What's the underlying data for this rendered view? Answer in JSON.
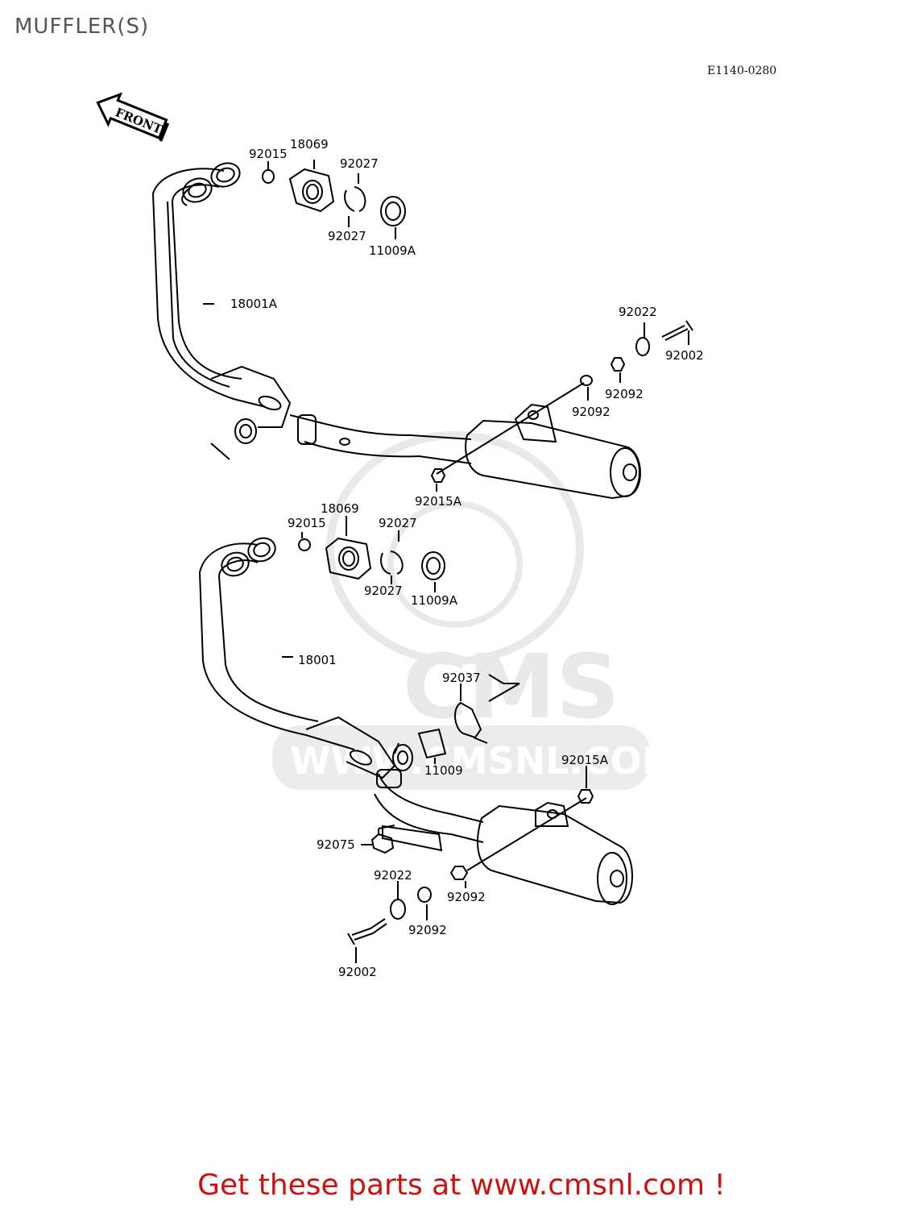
{
  "title": "MUFFLER(S)",
  "diagram_code": "E1140-0280",
  "front_arrow_text": "FRONT",
  "watermark": {
    "brand": "CMS",
    "url": "WWW.CMSNL.COM"
  },
  "footer": "Get these parts at www.cmsnl.com !",
  "labels": {
    "a1": "92015",
    "a2": "18069",
    "a3": "92027",
    "a4": "92027",
    "a5": "11009A",
    "a6": "18001A",
    "a7": "92022",
    "a8": "92002",
    "a9": "92092",
    "a10": "92092",
    "a11": "92015A",
    "b1": "18069",
    "b2": "92015",
    "b3": "92027",
    "b4": "92027",
    "b5": "11009A",
    "b6": "18001",
    "b7": "92037",
    "b8": "11009",
    "b9": "92015A",
    "b10": "92075",
    "b11": "92022",
    "b12": "92092",
    "b13": "92092",
    "b14": "92002"
  }
}
